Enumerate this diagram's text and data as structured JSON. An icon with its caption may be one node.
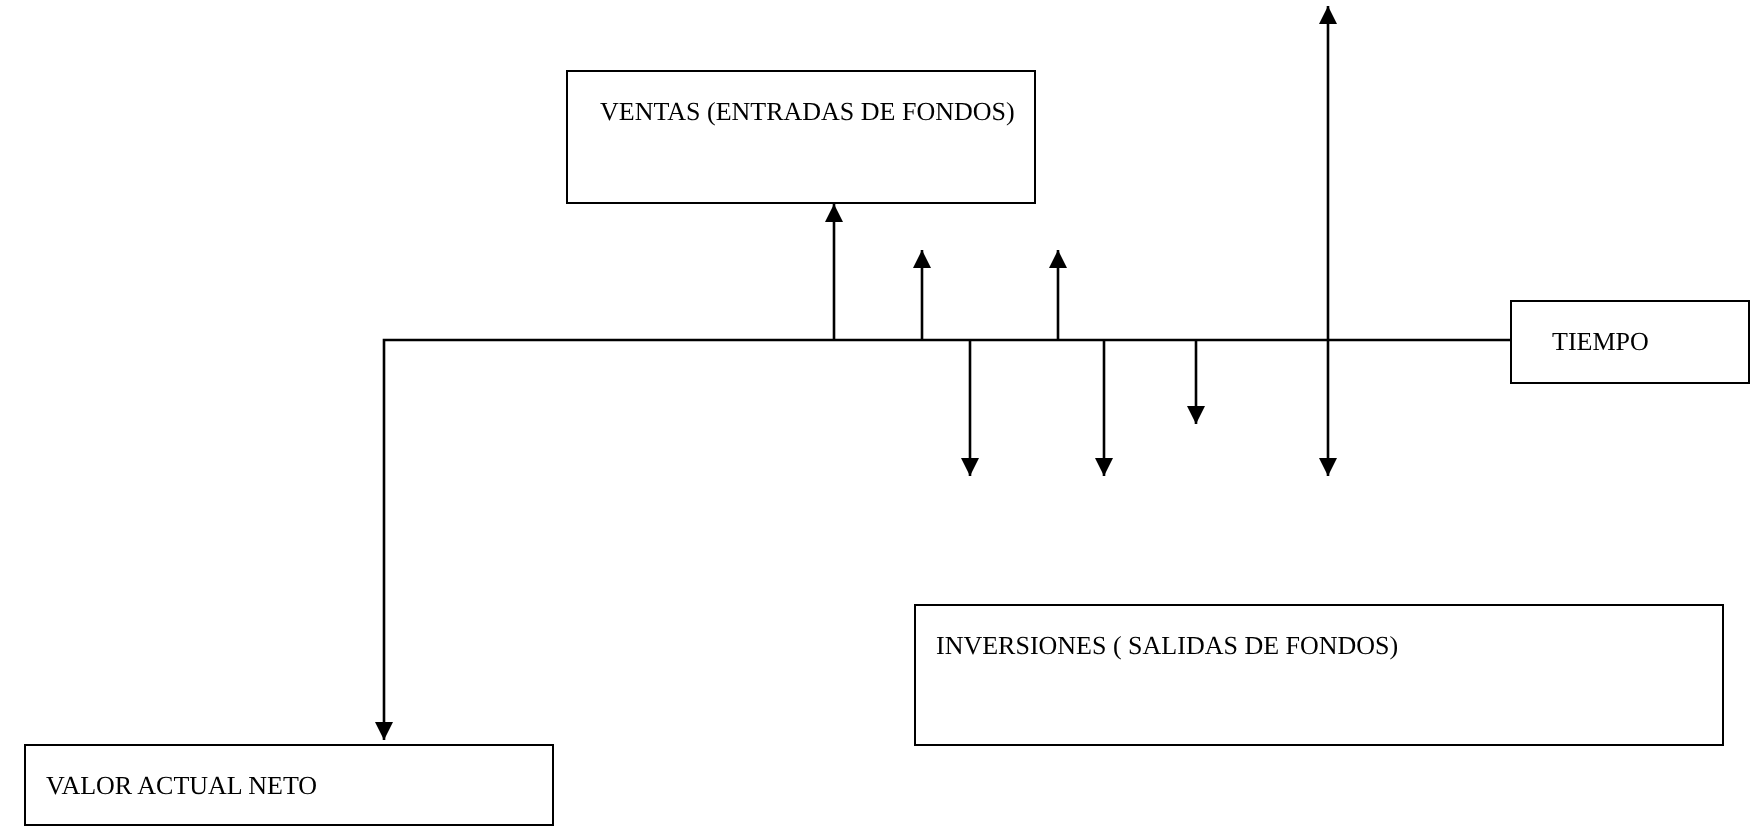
{
  "diagram": {
    "nodes": [
      {
        "text": [
          "VENTAS (ENTRADAS DE FONDOS)"
        ]
      },
      {
        "text": [
          "TIEMPO"
        ]
      },
      {
        "text": [
          "INVERSIONES ( SALIDAS DE FONDOS)"
        ]
      },
      {
        "text": [
          "VALOR ACTUAL NETO"
        ]
      }
    ],
    "edges": [
      {
        "from": null,
        "to": 0,
        "arrow": "to"
      },
      {
        "from": 1,
        "to": 3,
        "arrow": "to"
      }
    ]
  }
}
